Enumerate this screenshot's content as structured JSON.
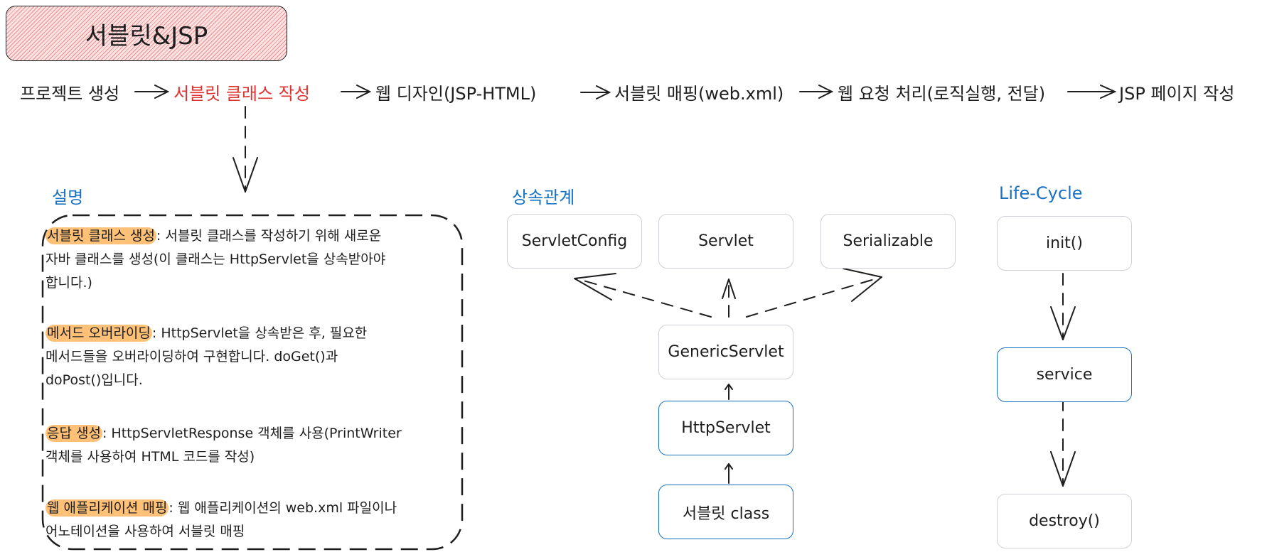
{
  "title": "서블릿&JSP",
  "flow": [
    "프로젝트 생성",
    "서블릿 클래스 작성",
    "웹 디자인(JSP-HTML)",
    "서블릿 매핑(web.xml)",
    "웹 요청 처리(로직실행, 전달)",
    "JSP 페이지 작성"
  ],
  "colors": {
    "active_step": "#e03131",
    "section_label": "#1971c2",
    "highlight": "#ffc078",
    "blue_border": "#1971c2"
  },
  "description": {
    "label": "설명",
    "items": [
      {
        "term": "서블릿 클래스 생성",
        "text_1": ": 서블릿 클래스를 작성하기 위해 새로운",
        "line_2": "자바 클래스를 생성(이 클래스는 HttpServlet을 상속받아야",
        "line_3": "합니다.)"
      },
      {
        "term": "메서드 오버라이딩",
        "text_1": ": HttpServlet을 상속받은 후, 필요한",
        "line_2": "메서드들을 오버라이딩하여 구현합니다. doGet()과",
        "line_3": "doPost()입니다."
      },
      {
        "term": "응답 생성",
        "text_1": ": HttpServletResponse 객체를 사용(PrintWriter",
        "line_2": "객체를 사용하여 HTML 코드를 작성)"
      },
      {
        "term": "웹 애플리케이션 매핑",
        "text_1": ": 웹 애플리케이션의 web.xml 파일이나",
        "line_2": "어노테이션을 사용하여 서블릿 매핑"
      }
    ]
  },
  "inheritance": {
    "label": "상속관계",
    "servlet_config": "ServletConfig",
    "servlet": "Servlet",
    "serializable": "Serializable",
    "generic_servlet": "GenericServlet",
    "http_servlet": "HttpServlet",
    "servlet_class": "서블릿 class"
  },
  "lifecycle": {
    "label": "Life-Cycle",
    "init": "init()",
    "service": "service",
    "destroy": "destroy()"
  }
}
